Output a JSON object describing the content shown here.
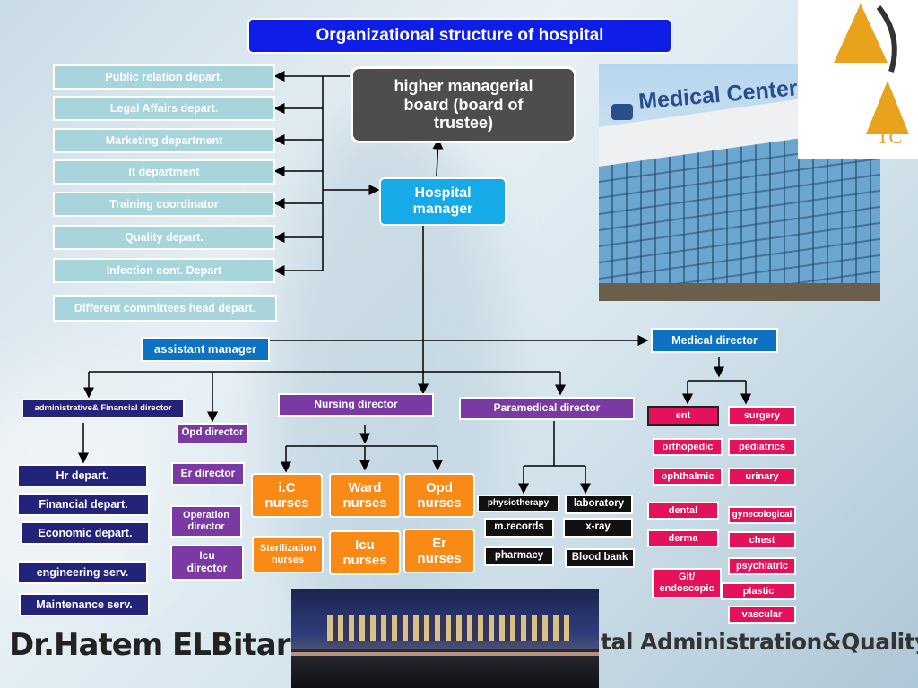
{
  "title": "Organizational structure of hospital",
  "board": "higher managerial board (board of trustee)",
  "hospital_manager": "Hospital manager",
  "departments": [
    "Public relation depart.",
    "Legal Affairs depart.",
    "Marketing department",
    "It department",
    "Training coordinator",
    "Quality depart.",
    "Infection cont. Depart",
    "Different committees head depart."
  ],
  "assistant_manager": "assistant manager",
  "medical_director": "Medical director",
  "admin_director": "administrative& Financial director",
  "opd_director": "Opd director",
  "er_director": "Er director",
  "operation_director": "Operation director",
  "icu_director": "Icu director",
  "nursing_director": "Nursing director",
  "paramedical_director": "Paramedical director",
  "admin_units": [
    "Hr depart.",
    "Financial depart.",
    "Economic depart.",
    "engineering serv.",
    "Maintenance serv."
  ],
  "nurses": {
    "ic": "i.C nurses",
    "ward": "Ward nurses",
    "opd": "Opd nurses",
    "sterilization": "Sterilization nurses",
    "icu": "Icu nurses",
    "er": "Er nurses"
  },
  "paramedical": {
    "physio": "physiotherapy",
    "lab": "laboratory",
    "mrecords": "m.records",
    "xray": "x-ray",
    "pharmacy": "pharmacy",
    "bloodbank": "Blood bank"
  },
  "medical": {
    "ent": "ent",
    "surgery": "surgery",
    "orthopedic": "orthopedic",
    "pediatrics": "pediatrics",
    "ophthalmic": "ophthalmic",
    "urinary": "urinary",
    "dental": "dental",
    "gynecological": "gynecological",
    "derma": "derma",
    "chest": "chest",
    "psychiatric": "psychiatric",
    "git": "Git/ endoscopic",
    "plastic": "plastic",
    "vascular": "vascular"
  },
  "photo_sign": "Medical Center",
  "logo_text": "TC",
  "footer_left": "Dr.Hatem ELBitar",
  "footer_right": "tal Administration&Quality D."
}
